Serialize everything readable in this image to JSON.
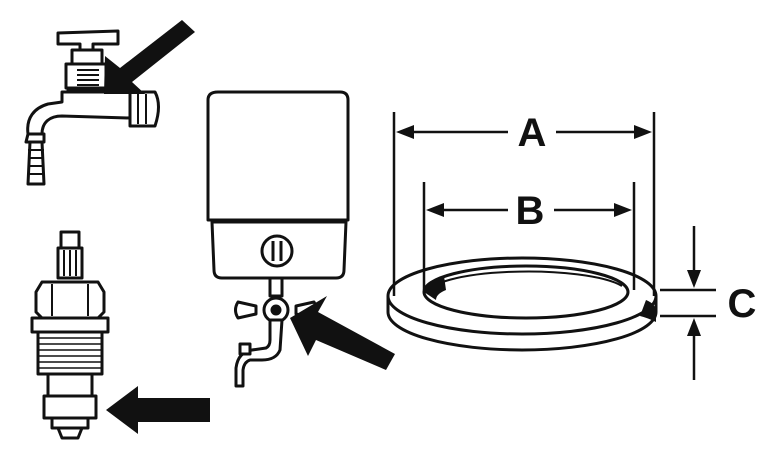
{
  "dimension_labels": {
    "outer_diameter": "A",
    "inner_diameter": "B",
    "thickness": "C"
  },
  "illustrations": [
    {
      "id": "faucet",
      "icon": "wall-tap-icon"
    },
    {
      "id": "cartridge",
      "icon": "valve-cartridge-icon"
    },
    {
      "id": "water-heater",
      "icon": "water-heater-icon"
    },
    {
      "id": "sealing-ring",
      "icon": "washer-ring-icon"
    }
  ],
  "colors": {
    "ink": "#111111",
    "background": "#ffffff"
  }
}
